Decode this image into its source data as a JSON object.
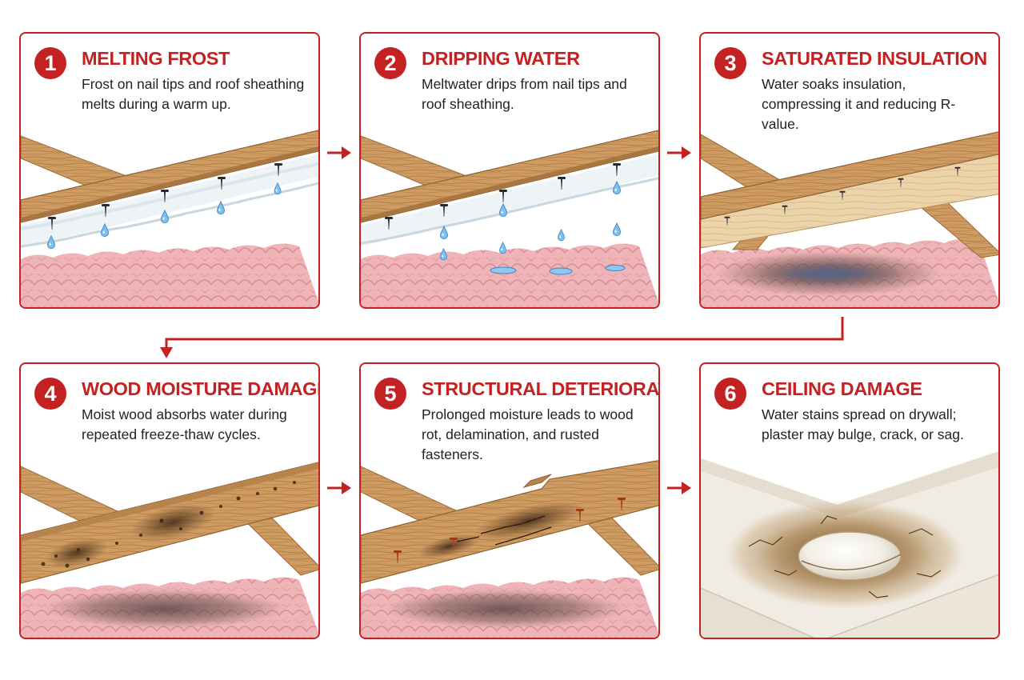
{
  "steps": [
    {
      "number": "1",
      "title": "MELTING FROST",
      "description": "Frost on nail tips and roof sheathing melts during a warm up."
    },
    {
      "number": "2",
      "title": "DRIPPING WATER",
      "description": "Meltwater drips from nail tips and roof sheathing."
    },
    {
      "number": "3",
      "title": "SATURATED INSULATION",
      "description": "Water soaks insulation, compressing it and reducing R-value."
    },
    {
      "number": "4",
      "title": "WOOD MOISTURE DAMAGE",
      "description": "Moist wood absorbs water during repeated freeze-thaw cycles."
    },
    {
      "number": "5",
      "title": "STRUCTURAL DETERIORATION",
      "description": "Prolonged moisture leads to wood rot, delamination, and rusted fasteners."
    },
    {
      "number": "6",
      "title": "CEILING DAMAGE",
      "description": "Water stains spread on drywall; plaster may bulge, crack, or sag."
    }
  ],
  "colors": {
    "accent": "#c42222",
    "wood": "#c9985f",
    "insulation": "#eab0b3",
    "water": "#6aaee0",
    "stain": "#8a6a3a"
  },
  "icons": [
    "arrow-right-icon",
    "nail-icon",
    "water-drop-icon"
  ]
}
